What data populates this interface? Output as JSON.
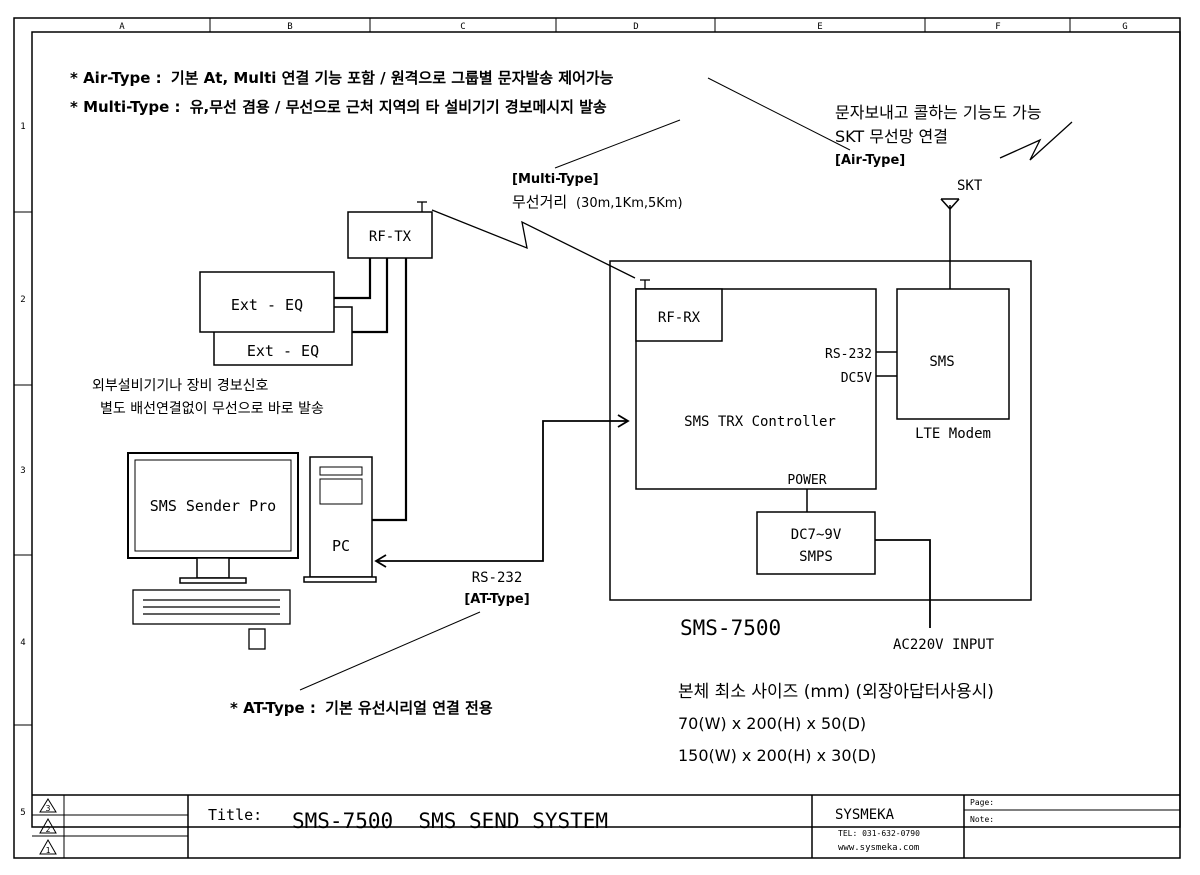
{
  "frame": {
    "columns": [
      "A",
      "B",
      "C",
      "D",
      "E",
      "F",
      "G"
    ],
    "rows": [
      "1",
      "2",
      "3",
      "4",
      "5"
    ]
  },
  "notes": {
    "air_type_label": "* Air-Type :",
    "air_type_text": "기본 At, Multi 연결 기능 포함 / 원격으로 그룹별 문자발송 제어가능",
    "multi_type_label": "* Multi-Type :",
    "multi_type_text": "유,무선 겸용 / 무선으로 근처 지역의 타 설비기기 경보메시지 발송",
    "at_type_label": "* AT-Type :",
    "at_type_text": "기본 유선시리얼 연결 전용"
  },
  "wireless": {
    "multi_type_tag": "[Multi-Type]",
    "range_label": "무선거리",
    "range_values": "(30m,1Km,5Km)"
  },
  "skt": {
    "desc_line1": "문자보내고 콜하는 기능도 가능",
    "desc_line2": "SKT 무선망 연결",
    "air_type_tag": "[Air-Type]",
    "antenna_label": "SKT"
  },
  "blocks": {
    "rf_tx": "RF-TX",
    "ext_eq_1": "Ext - EQ",
    "ext_eq_2": "Ext - EQ",
    "ext_note_line1": "외부설비기기나 장비 경보신호",
    "ext_note_line2": "별도 배선연결없이 무선으로 바로 발송",
    "monitor_text": "SMS Sender Pro",
    "pc_label": "PC",
    "rs232_label": "RS-232",
    "at_type_tag": "[AT-Type]",
    "rf_rx": "RF-RX",
    "controller": "SMS TRX Controller",
    "rs232_port": "RS-232",
    "dc5v_port": "DC5V",
    "sms": "SMS",
    "lte_modem": "LTE Modem",
    "power": "POWER",
    "smps_line1": "DC7~9V",
    "smps_line2": "SMPS",
    "ac_input": "AC220V INPUT",
    "product_name": "SMS-7500"
  },
  "size_spec": {
    "title": "본체 최소 사이즈 (mm) (외장아답터사용시)",
    "line1": "70(W) x 200(H) x 50(D)",
    "line2": "150(W) x 200(H) x 30(D)"
  },
  "title_block": {
    "revisions": [
      "3",
      "2",
      "1"
    ],
    "title_label": "Title:",
    "title_value": "SMS-7500  SMS SEND SYSTEM",
    "company": "SYSMEKA",
    "tel": "TEL: 031-632-0790",
    "website": "www.sysmeka.com",
    "page_label": "Page:",
    "note_label": "Note:"
  }
}
